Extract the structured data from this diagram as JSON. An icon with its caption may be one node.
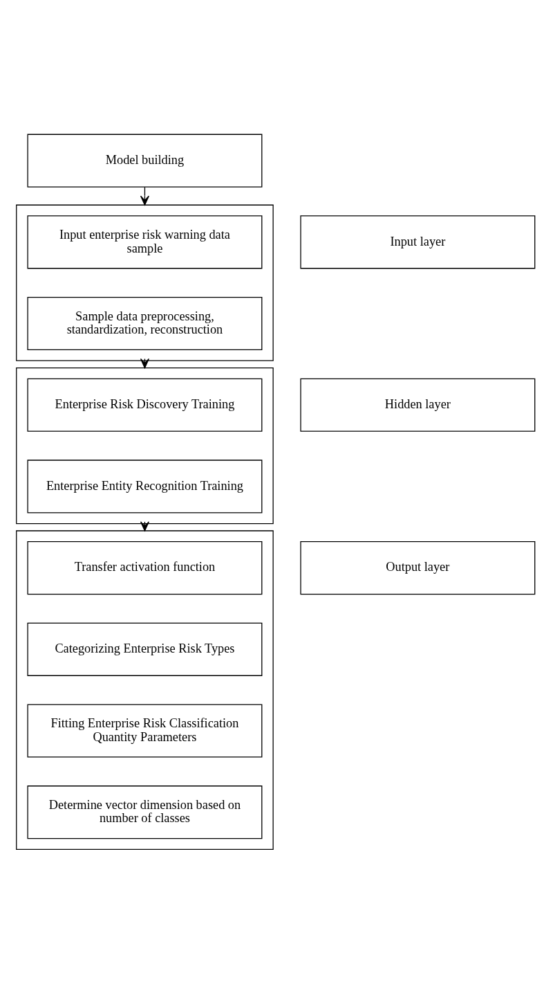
{
  "diagram": {
    "nodes": [
      {
        "text": [
          "Model building"
        ]
      },
      {
        "text": [
          "Input layer"
        ]
      },
      {
        "text": [],
        "shape": "box"
      },
      {
        "text": [
          "Input enterprise risk warning data sample"
        ],
        "in": 2
      },
      {
        "text": [
          "Sample data preprocessing, standardization, reconstruction"
        ],
        "in": 2
      },
      {
        "text": [
          "Hidden layer"
        ]
      },
      {
        "text": [],
        "shape": "box"
      },
      {
        "text": [
          "Enterprise Risk Discovery Training"
        ],
        "in": 6
      },
      {
        "text": [
          "Enterprise Entity Recognition Training"
        ],
        "in": 6
      },
      {
        "text": [
          "Output layer"
        ]
      },
      {
        "text": [],
        "shape": "box"
      },
      {
        "text": [
          "Transfer activation function"
        ],
        "in": 10
      },
      {
        "text": [
          "Categorizing Enterprise Risk Types"
        ],
        "in": 10
      },
      {
        "text": [
          "Fitting Enterprise Risk Classification Quantity Parameters"
        ],
        "in": 10
      },
      {
        "text": [
          "Determine vector dimension based on number of classes"
        ],
        "in": 10
      }
    ],
    "edges": [
      {
        "from": 0,
        "to": 2,
        "arrow": "to"
      },
      {
        "from": 2,
        "to": 6,
        "arrow": "to"
      },
      {
        "from": 6,
        "to": 10,
        "arrow": "to"
      }
    ]
  }
}
